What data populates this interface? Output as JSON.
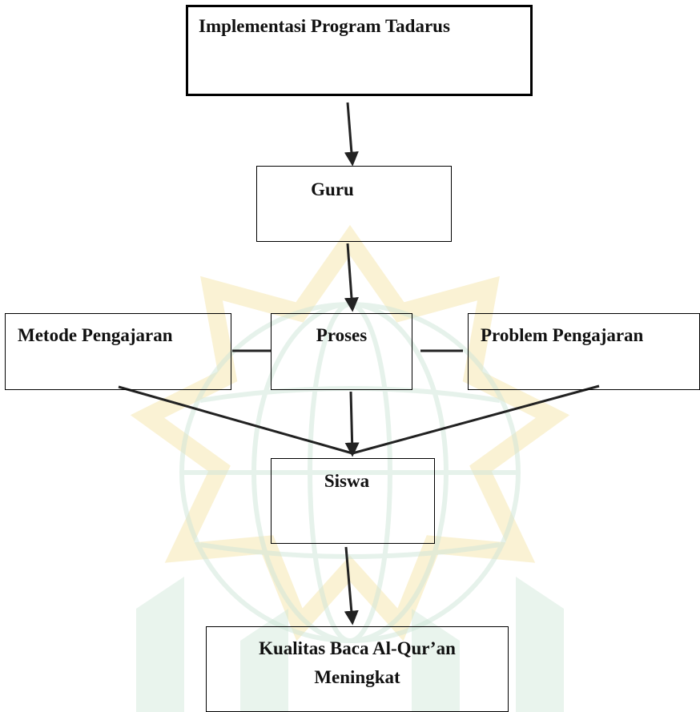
{
  "diagram": {
    "nodes": {
      "implementasi": "Implementasi Program Tadarus",
      "guru": "Guru",
      "metode": "Metode Pengajaran",
      "proses": "Proses",
      "problem": "Problem Pengajaran",
      "siswa": "Siswa",
      "kualitas_line1": "Kualitas Baca Al-Qur’an",
      "kualitas_line2": "Meningkat"
    },
    "edges": [
      {
        "from": "implementasi",
        "to": "guru",
        "style": "arrow"
      },
      {
        "from": "guru",
        "to": "proses",
        "style": "arrow"
      },
      {
        "from": "metode",
        "to": "proses",
        "style": "line"
      },
      {
        "from": "proses",
        "to": "problem",
        "style": "line"
      },
      {
        "from": "metode",
        "to": "siswa",
        "style": "line"
      },
      {
        "from": "proses",
        "to": "siswa",
        "style": "arrow"
      },
      {
        "from": "problem",
        "to": "siswa",
        "style": "line"
      },
      {
        "from": "siswa",
        "to": "kualitas",
        "style": "arrow"
      }
    ]
  },
  "colors": {
    "line": "#222222",
    "border": "#000000",
    "watermark_gold": "#f6e7b0",
    "watermark_green": "#cfe6d8"
  }
}
